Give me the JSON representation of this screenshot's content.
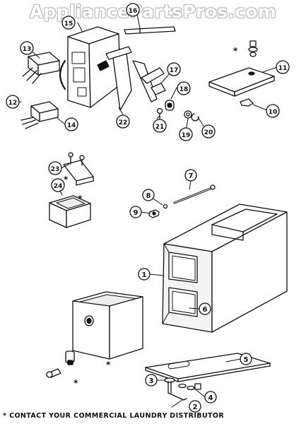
{
  "watermark": "AppliancePartsPros.com",
  "footnote": "* CONTACT YOUR COMMERCIAL LAUNDRY DISTRIBUTOR",
  "asterisk": "*",
  "callouts": [
    "1",
    "2",
    "3",
    "4",
    "5",
    "6",
    "7",
    "8",
    "9",
    "10",
    "11",
    "12",
    "13",
    "14",
    "15",
    "16",
    "17",
    "18",
    "19",
    "20",
    "21",
    "22",
    "23",
    "24"
  ]
}
